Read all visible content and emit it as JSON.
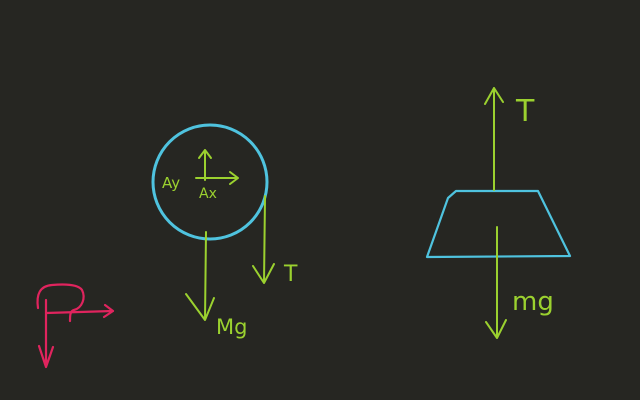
{
  "colors": {
    "background": "#262622",
    "force_ink": "#9bd12f",
    "body_outline": "#4fc3df",
    "axes_ink": "#e0245e"
  },
  "pulley": {
    "label_ay": "Ay",
    "label_ax": "Ax",
    "label_weight": "Mg",
    "label_tension": "T"
  },
  "block": {
    "label_tension": "T",
    "label_weight": "mg"
  },
  "axes": {
    "icon": "xy-axes-icon"
  }
}
